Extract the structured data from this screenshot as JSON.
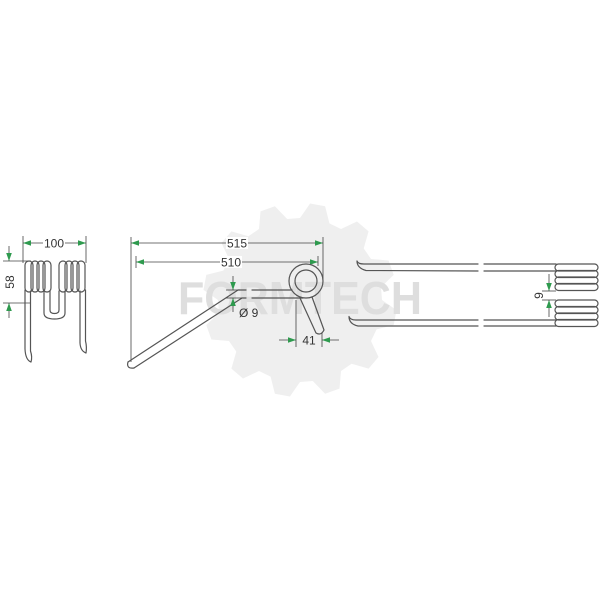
{
  "drawing": {
    "front_view": {
      "width_dim": "100",
      "height_dim": "58"
    },
    "side_view": {
      "overall_length_dim": "515",
      "tine_length_dim": "510",
      "wire_diameter_dim": "Ø 9",
      "coil_offset_dim": "41"
    },
    "top_view": {
      "coil_gap_dim": "9"
    }
  },
  "watermark": {
    "text": "FORMTECH"
  },
  "colors": {
    "background": "#ffffff",
    "drawing_line": "#555555",
    "dimension_line": "#444444",
    "arrow": "#2e9a4e",
    "watermark_gear": "#efefef",
    "watermark_text": "#dedede"
  }
}
